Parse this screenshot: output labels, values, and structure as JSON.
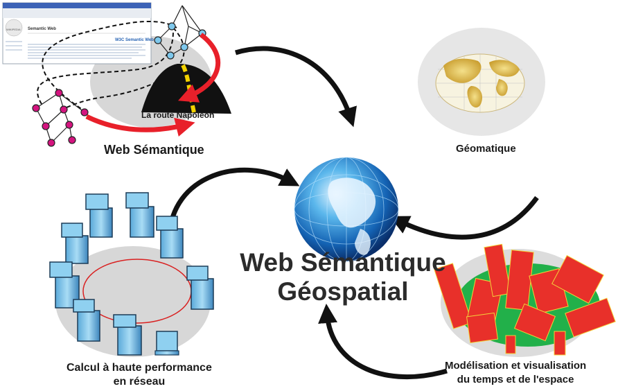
{
  "central_title": {
    "line1": "Web Sémantique",
    "line2": "Géospatial"
  },
  "nodes": {
    "semantic_web": "Web Sémantique",
    "napoleon_road": "La route Napoleon",
    "geomatics": "Géomatique",
    "hpc_line1": "Calcul à haute performance",
    "hpc_line2": "en réseau",
    "modeling_line1": "Modélisation et visualisation",
    "modeling_line2": "du temps et de l'espace"
  },
  "browser": {
    "page_title": "Semantic Web",
    "wiki_label": "WIKIPEDIA",
    "w3c_label": "W3C Semantic Web"
  },
  "colors": {
    "arrow": "#111111",
    "red_arrow": "#e8202a",
    "ellipse": "#d8d8d8",
    "graph_node_pink": "#d4147f",
    "graph_node_blue": "#7ec8ec",
    "computer_blue": "#7fc3ea",
    "building_red": "#e8302a",
    "ground_green": "#22b04a"
  }
}
